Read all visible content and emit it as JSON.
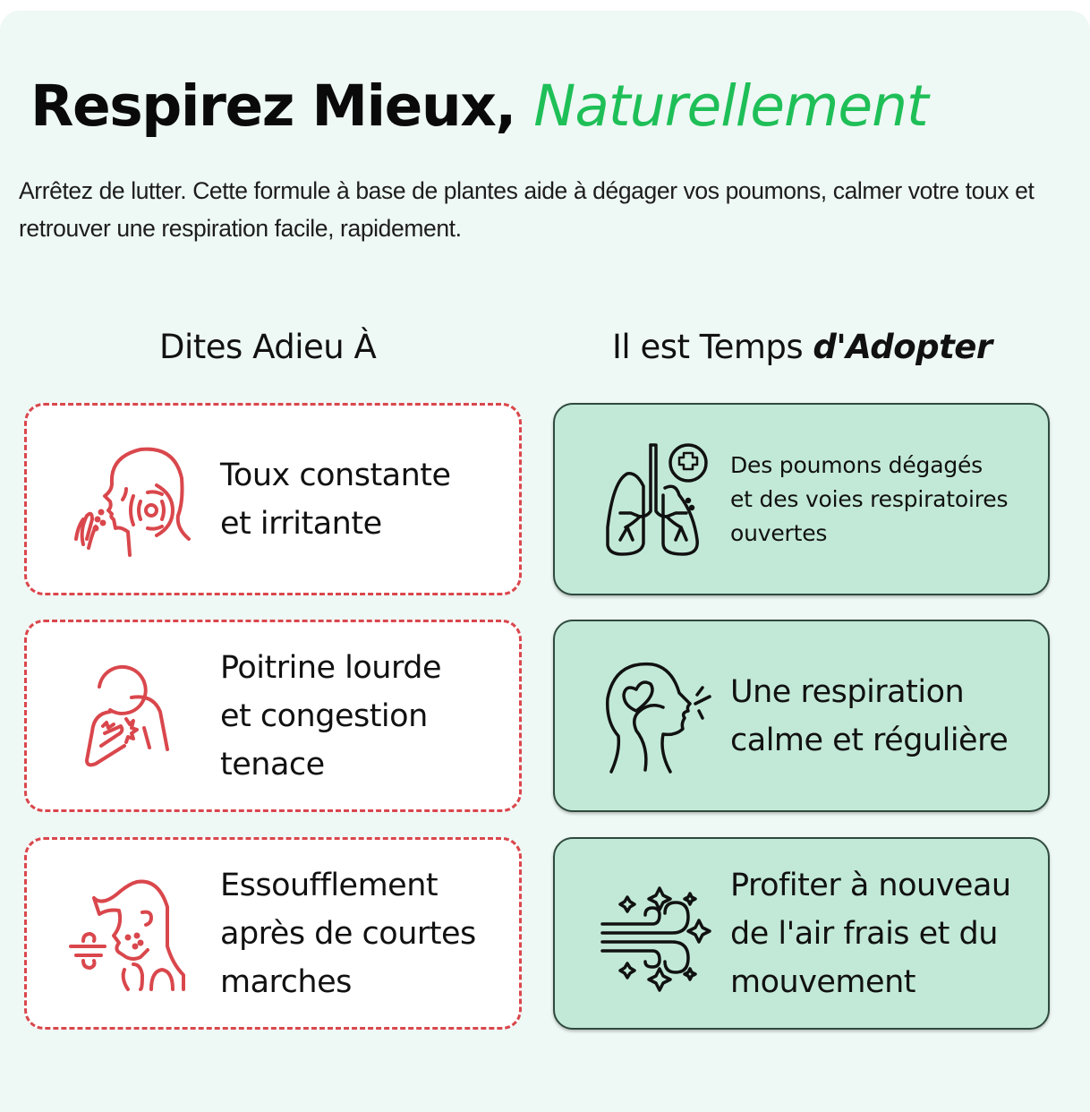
{
  "header": {
    "title_main": "Respirez Mieux, ",
    "title_accent": "Naturellement",
    "subtitle": "Arrêtez de lutter. Cette formule à base de plantes aide à dégager vos poumons, calmer votre toux et retrouver une respiration facile, rapidement."
  },
  "columns": {
    "left_heading": "Dites Adieu À",
    "right_heading_plain": "Il est Temps ",
    "right_heading_strong": "d'Adopter"
  },
  "colors": {
    "panel_bg": "#eef8f4",
    "accent_green": "#1fbf58",
    "bad_border": "#d9474c",
    "good_fill": "#c2e9d7",
    "good_border": "#2f4a3e"
  },
  "bad_items": [
    {
      "icon": "coughing-person-icon",
      "text": "Toux constante\net irritante"
    },
    {
      "icon": "chest-pain-icon",
      "text": "Poitrine lourde\net congestion\ntenace"
    },
    {
      "icon": "shortness-of-breath-icon",
      "text": "Essoufflement\naprès de courtes\nmarches"
    }
  ],
  "good_items": [
    {
      "icon": "healthy-lungs-icon",
      "text": "Des poumons dégagés\net des voies respiratoires\nouvertes"
    },
    {
      "icon": "calm-breathing-icon",
      "text": "Une respiration\ncalme et régulière"
    },
    {
      "icon": "fresh-air-icon",
      "text": "Profiter à nouveau\nde l'air frais et du\nmouvement"
    }
  ]
}
